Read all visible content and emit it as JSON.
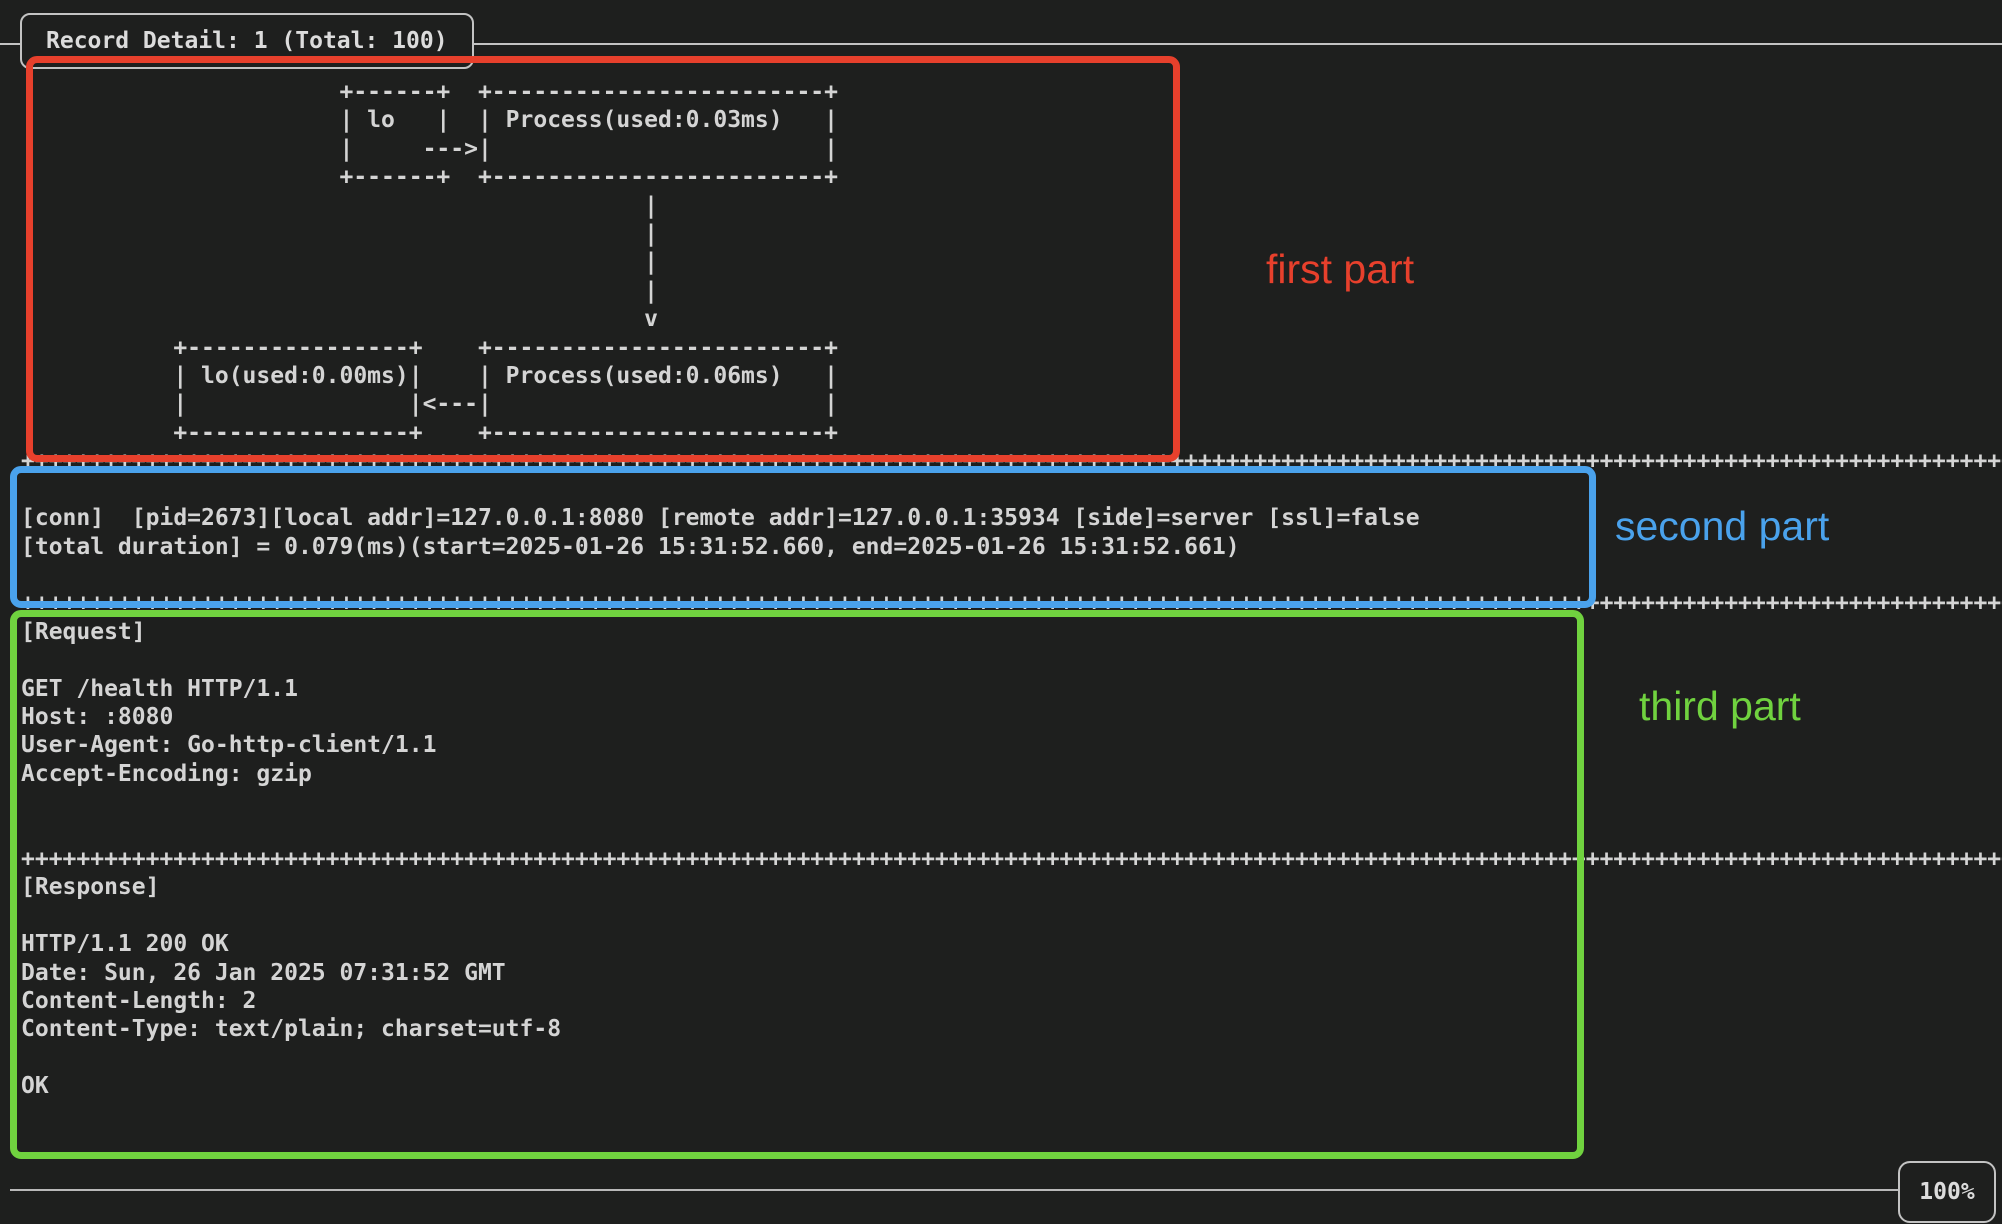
{
  "window": {
    "title": "Record Detail: 1 (Total: 100)",
    "scroll_percent": "100%"
  },
  "terminal": {
    "lines": [
      "                       +------+  +------------------------+",
      "                       | lo   |  | Process(used:0.03ms)   |",
      "                       |     --->|                        |",
      "                       +------+  +------------------------+",
      "                                             |",
      "                                             |",
      "                                             |",
      "                                             |",
      "                                             v",
      "           +----------------+    +------------------------+",
      "           | lo(used:0.00ms)|    | Process(used:0.06ms)   |",
      "           |                |<---|                        |",
      "           +----------------+    +------------------------+",
      "++++++++++++++++++++++++++++++++++++++++++++++++++++++++++++++++++++++++++++++++++++++++++++++++++++++++++++++++++++++++++++++++++++++++++++++++++++",
      "",
      "[conn]  [pid=2673][local addr]=127.0.0.1:8080 [remote addr]=127.0.0.1:35934 [side]=server [ssl]=false",
      "[total duration] = 0.079(ms)(start=2025-01-26 15:31:52.660, end=2025-01-26 15:31:52.661)",
      "",
      "++++++++++++++++++++++++++++++++++++++++++++++++++++++++++++++++++++++++++++++++++++++++++++++++++++++++++++++++++++++++++++++++++++++++++++++++++++",
      "[Request]",
      "",
      "GET /health HTTP/1.1",
      "Host: :8080",
      "User-Agent: Go-http-client/1.1",
      "Accept-Encoding: gzip",
      "",
      "",
      "++++++++++++++++++++++++++++++++++++++++++++++++++++++++++++++++++++++++++++++++++++++++++++++++++++++++++++++++++++++++++++++++++++++++++++++++++++",
      "[Response]",
      "",
      "HTTP/1.1 200 OK",
      "Date: Sun, 26 Jan 2025 07:31:52 GMT",
      "Content-Length: 2",
      "Content-Type: text/plain; charset=utf-8",
      "",
      "OK"
    ]
  },
  "annotations": {
    "first": {
      "label": "first part",
      "color": "#e7402c"
    },
    "second": {
      "label": "second part",
      "color": "#4aa2ec"
    },
    "third": {
      "label": "third part",
      "color": "#70d23f"
    }
  }
}
